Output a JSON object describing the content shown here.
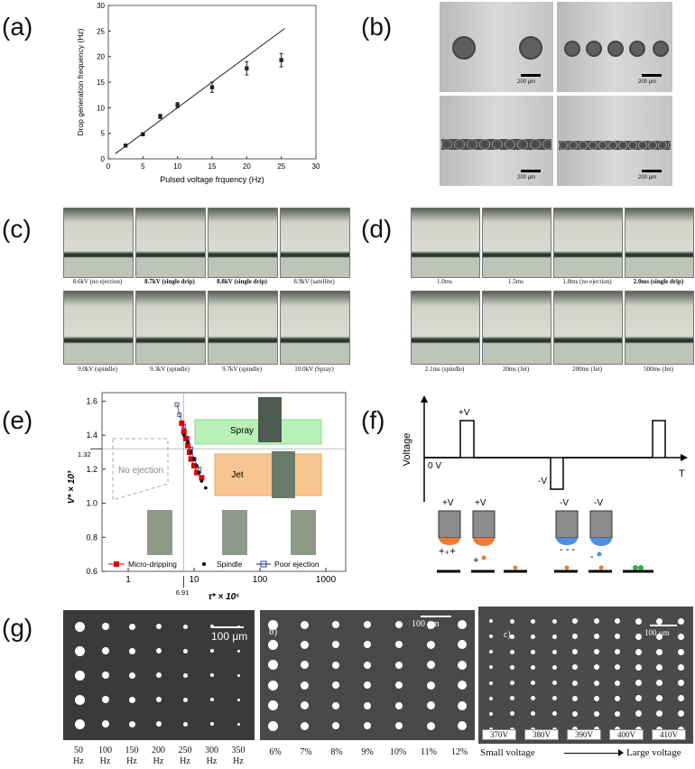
{
  "panels": {
    "a": "(a)",
    "b": "(b)",
    "c": "(c)",
    "d": "(d)",
    "e": "(e)",
    "f": "(f)",
    "g": "(g)"
  },
  "chart_data": [
    {
      "type": "scatter",
      "xlabel": "Pulsed voltage frquency (Hz)",
      "ylabel": "Drop generation frequency (Hz)",
      "xlim": [
        0,
        30
      ],
      "ylim": [
        0,
        30
      ],
      "xticks": [
        0,
        5,
        10,
        15,
        20,
        25,
        30
      ],
      "yticks": [
        0,
        5,
        10,
        15,
        20,
        25,
        30
      ],
      "x": [
        2.5,
        5,
        7.5,
        10,
        15,
        20,
        25
      ],
      "y": [
        2.6,
        4.8,
        8.3,
        10.5,
        14.0,
        17.7,
        19.3
      ],
      "yerr": [
        0.2,
        0.3,
        0.4,
        0.5,
        1.0,
        1.3,
        1.3
      ],
      "fit_line": {
        "x": [
          1,
          25.5
        ],
        "y": [
          1,
          25.5
        ]
      }
    },
    {
      "type": "scatter",
      "xlabel": "τ* × 10⁵",
      "ylabel": "V* × 10³",
      "xscale": "log",
      "xlim": [
        0.4,
        2000
      ],
      "ylim": [
        0.6,
        1.65
      ],
      "xticks": [
        "1",
        "10",
        "100",
        "1000"
      ],
      "yticks": [
        "0.6",
        "0.8",
        "1.0",
        "1.2",
        "1.4",
        "1.6"
      ],
      "ref_y": "1.32",
      "ref_x": "6.91",
      "regions": {
        "spray": "Spray",
        "jet": "Jet",
        "no_ejection": "No ejection"
      },
      "legend": [
        "Micro-dripping",
        "Spindle",
        "Poor ejection"
      ],
      "series": [
        {
          "name": "Micro-dripping",
          "x": [
            6.5,
            7,
            7.5,
            8,
            8.5,
            9,
            10,
            11,
            13
          ],
          "y": [
            1.47,
            1.42,
            1.38,
            1.34,
            1.3,
            1.26,
            1.22,
            1.18,
            1.15
          ]
        },
        {
          "name": "Spindle",
          "x": [
            7,
            8,
            9,
            10,
            11,
            12,
            13,
            15
          ],
          "y": [
            1.4,
            1.36,
            1.3,
            1.26,
            1.22,
            1.18,
            1.13,
            1.09
          ]
        },
        {
          "name": "Poor ejection",
          "x": [
            5.5,
            6,
            7,
            8,
            9,
            10,
            12
          ],
          "y": [
            1.58,
            1.52,
            1.45,
            1.38,
            1.32,
            1.26,
            1.2
          ]
        }
      ]
    }
  ],
  "b": {
    "scale": "200 μm"
  },
  "c": {
    "captions": [
      "8.6kV (no ejection)",
      "8.7kV (single drip)",
      "8.8kV (single drip)",
      "8.9kV (satellite)",
      "9.0kV (spindle)",
      "9.3kV (spindle)",
      "9.7kV (spindle)",
      "10.0kV (Spray)"
    ]
  },
  "d": {
    "captions": [
      "1.0ms",
      "1.5ms",
      "1.8ms (no ejection)",
      "2.0ms (single drip)",
      "2.1ms (spindle)",
      "20ms (Jet)",
      "200ms (Jet)",
      "500ms (Jet)"
    ]
  },
  "f": {
    "ylabel": "Voltage",
    "xlabel": "T",
    "pos": "+V",
    "neg": "-V",
    "zero": "0 V",
    "drops": [
      "+V",
      "+V",
      "-V",
      "-V"
    ]
  },
  "g": {
    "scale": "100 μm",
    "sub_b": "b)",
    "sub_c": "c)",
    "freq_top": [
      "50",
      "100",
      "150",
      "200",
      "250",
      "300",
      "350"
    ],
    "freq_unit": "Hz",
    "duty": [
      "6%",
      "7%",
      "8%",
      "9%",
      "10%",
      "11%",
      "12%"
    ],
    "volts": [
      "370V",
      "380V",
      "390V",
      "400V",
      "410V"
    ],
    "small": "Small voltage",
    "large": "Large voltage"
  }
}
